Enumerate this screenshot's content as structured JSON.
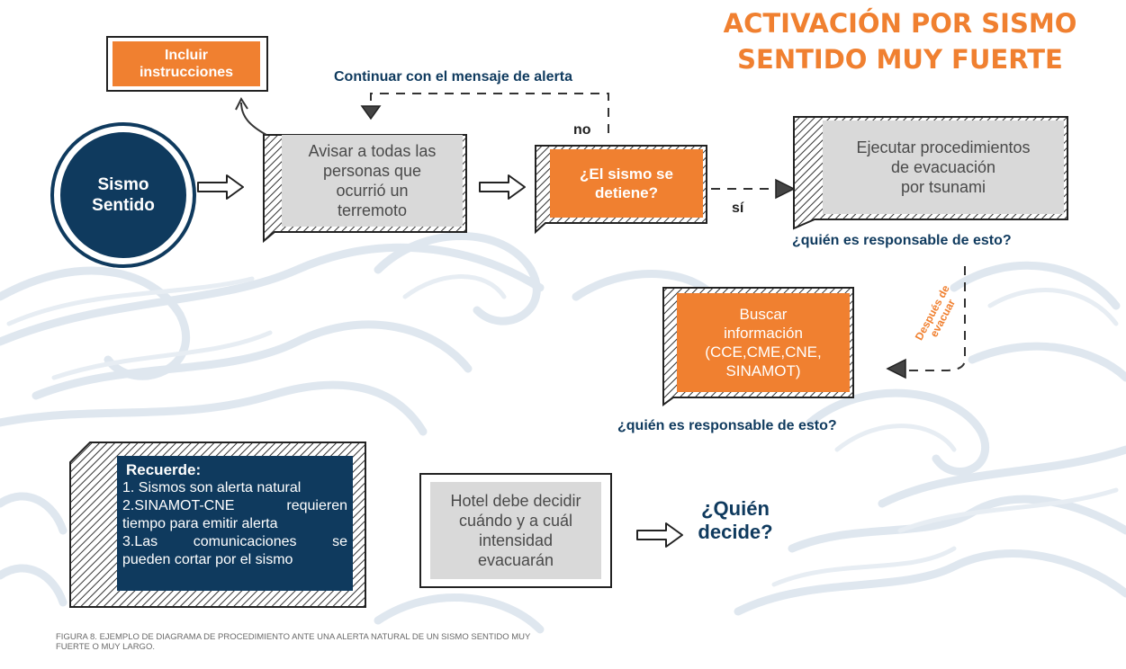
{
  "title": {
    "line1": "ACTIVACIÓN POR SISMO",
    "line2": "SENTIDO MUY FUERTE"
  },
  "start_node": {
    "line1": "Sismo",
    "line2": "Sentido"
  },
  "include_box": {
    "line1": "Incluir",
    "line2": "instrucciones"
  },
  "notify_box": {
    "line1": "Avisar a todas las",
    "line2": "personas que",
    "line3": "ocurrió un",
    "line4": "terremoto"
  },
  "decision_box": {
    "line1": "¿El sismo se",
    "line2": "detiene?"
  },
  "evacuate_box": {
    "line1": "Ejecutar procedimientos",
    "line2": "de evacuación",
    "line3": "por tsunami"
  },
  "search_box": {
    "line1": "Buscar",
    "line2": "información",
    "line3": "(CCE,CME,CNE,",
    "line4": "SINAMOT)"
  },
  "hotel_box": {
    "line1": "Hotel debe decidir",
    "line2": "cuándo y a cuál",
    "line3": "intensidad",
    "line4": "evacuarán"
  },
  "labels": {
    "continue": "Continuar con el mensaje de alerta",
    "no": "no",
    "yes": "sí",
    "responsible_1": "¿quién es responsable de esto?",
    "responsible_2": "¿quién es responsable de esto?",
    "after_evacuate_1": "Después de",
    "after_evacuate_2": "evacuar"
  },
  "remember_box": {
    "heading": "Recuerde:",
    "line1": "1. Sismos son alerta natural",
    "line2": "2.SINAMOT-CNE requieren",
    "line3": "tiempo para emitir alerta",
    "line4": "3.Las comunicaciones se",
    "line5": "pueden cortar por el sismo"
  },
  "who_decides": {
    "line1": "¿Quién",
    "line2": "decide?"
  },
  "caption": {
    "line1": "FIGURA 8. EJEMPLO DE DIAGRAMA DE PROCEDIMIENTO ANTE UNA ALERTA NATURAL DE UN SISMO SENTIDO MUY",
    "line2": "FUERTE O MUY LARGO."
  },
  "colors": {
    "navy": "#0f3a5e",
    "orange": "#f08030",
    "gray": "#d9d9d9",
    "swirl": "#dfe7ef"
  }
}
